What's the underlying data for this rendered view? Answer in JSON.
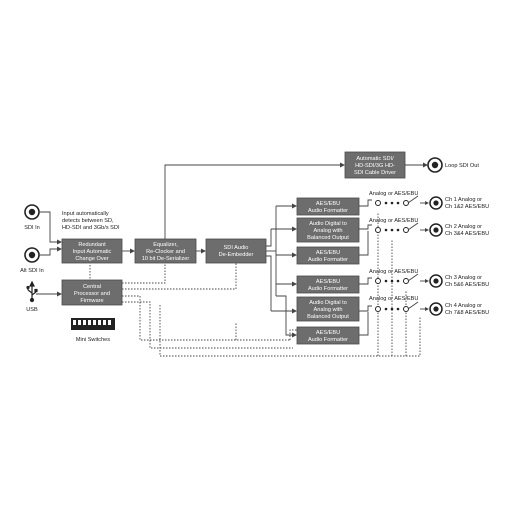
{
  "diagram": {
    "inputs": {
      "sdi_in": "SDI In",
      "alt_sdi_in": "Alt SDI In",
      "usb": "USB",
      "input_note": [
        "Input automatically",
        "detects between SD,",
        "HD-SDI and 3Gb/s SDI"
      ],
      "mini_switches": "Mini Switches"
    },
    "blocks": {
      "redundant": [
        "Redundant",
        "Input Automatic",
        "Change Over"
      ],
      "equalizer": [
        "Equalizer,",
        "Re-Clocker and",
        "10 bit De-Serializer"
      ],
      "deembedder": [
        "SDI Audio",
        "De-Embedder"
      ],
      "central": [
        "Central",
        "Processor and",
        "Firmware"
      ],
      "cable_driver": [
        "Automatic SDI/",
        "HD-SDI/3G HD-",
        "SDI Cable Driver"
      ],
      "aes_formatter": [
        "AES/EBU",
        "Audio Formatter"
      ],
      "analog_block": [
        "Audio Digital to",
        "Analog with",
        "Balanced Output"
      ]
    },
    "outputs": {
      "loop_sdi_out": "Loop SDI Out",
      "analog_or_aes": "Analog or AES/EBU",
      "ch1": [
        "Ch 1 Analog or",
        "Ch 1&2 AES/EBU"
      ],
      "ch2": [
        "Ch 2 Analog or",
        "Ch 3&4 AES/EBU"
      ],
      "ch3": [
        "Ch 3 Analog or",
        "Ch 5&6 AES/EBU"
      ],
      "ch4": [
        "Ch 4 Analog or",
        "Ch 7&8 AES/EBU"
      ]
    }
  }
}
